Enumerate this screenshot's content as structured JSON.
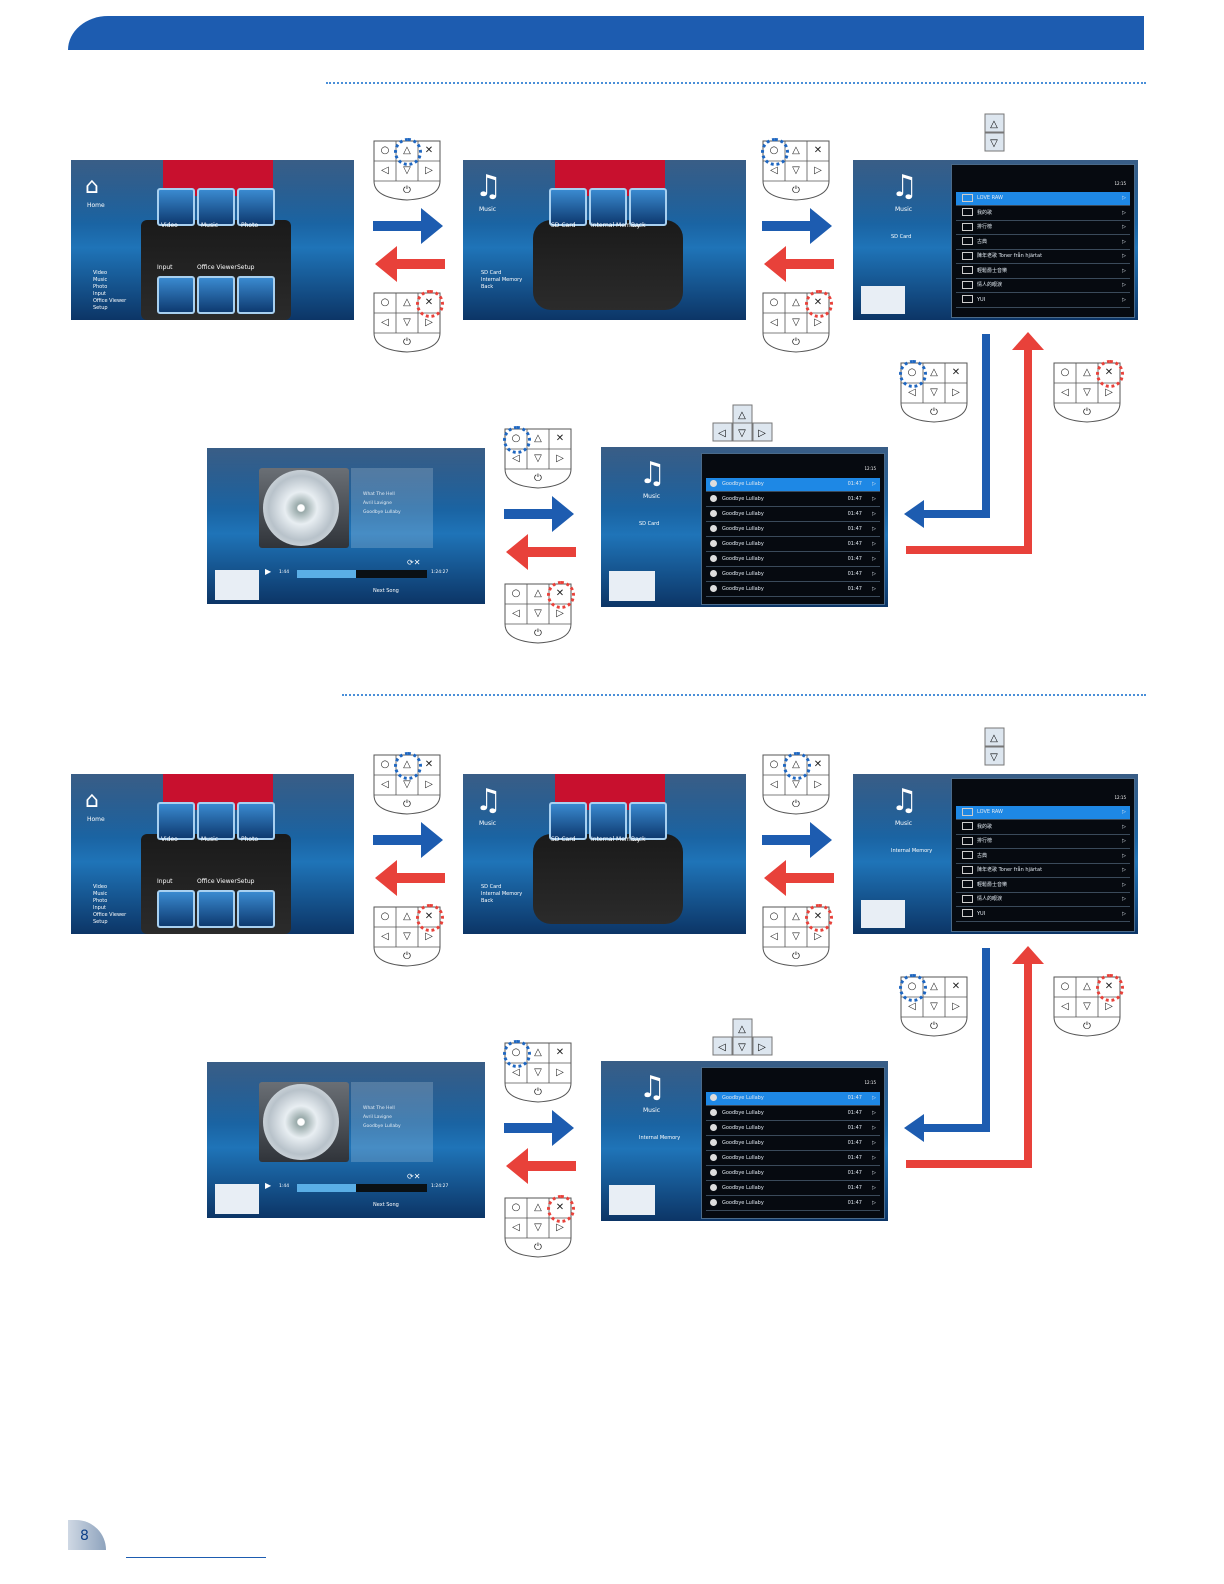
{
  "page": {
    "number": "8"
  },
  "home": {
    "label": "Home",
    "tiles": [
      "Video",
      "Music",
      "Photo"
    ],
    "tiles2": [
      "Input",
      "Office Viewer",
      "Setup"
    ],
    "legend": [
      "Video",
      "Music",
      "Photo",
      "Input",
      "Office Viewer",
      "Setup"
    ]
  },
  "music_source": {
    "label": "Music",
    "tiles": [
      "SD Card",
      "Internal Memory",
      "Back"
    ],
    "legend": [
      "SD Card",
      "Internal Memory",
      "Back"
    ]
  },
  "folder_list": {
    "music_label": "Music",
    "source_sd": "SD Card",
    "source_internal": "Internal Memory",
    "clock": "12:15",
    "items": [
      "LOVE RAW",
      "我的歌",
      "排行榜",
      "古典",
      "陳年老歌 Toner från hjärtat",
      "輕鬆爵士音樂",
      "情人的眼淚",
      "YUI"
    ]
  },
  "song_list": {
    "music_label": "Music",
    "source_sd": "SD Card",
    "source_internal": "Internal Memory",
    "clock": "12:15",
    "song": "Goodbye Lullaby",
    "duration": "01:47",
    "count": 8
  },
  "player": {
    "tracks": [
      "What The Hell",
      "Avril Lavigne",
      "Goodbye Lullaby"
    ],
    "elapsed": "1:44",
    "total": "1:24:27",
    "next": "Next Song",
    "progress": 0.45
  },
  "remote": {
    "circle": "○",
    "triangle": "△",
    "cross": "✕",
    "left": "◁",
    "down": "▽",
    "right": "▷",
    "power": "⏻"
  },
  "colors": {
    "header": "#1d5cb0",
    "forward": "#1d5cb0",
    "back": "#e8413a",
    "highlight_blue": "#1e66c0",
    "highlight_red": "#e8413a"
  }
}
